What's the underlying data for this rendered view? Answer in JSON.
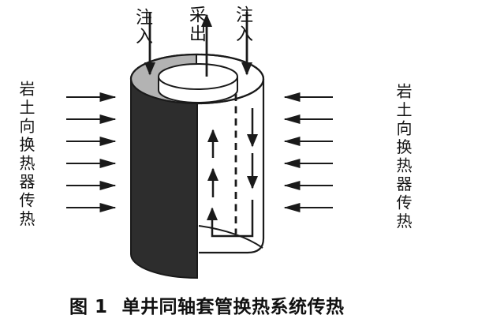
{
  "figure": {
    "top_labels": {
      "inject_left": "注入",
      "extract": "采出",
      "inject_right": "注入"
    },
    "side_labels": {
      "left": "岩土向换热器传热",
      "right": "岩土向换热器传热"
    },
    "caption": {
      "figure_number": "图 1",
      "title": "单井同轴套管换热系统传热"
    },
    "colors": {
      "line": "#1a1a1a",
      "cut_surface": "#2d2d2d",
      "annulus_top_shaded": "#b3b3b3",
      "background": "#ffffff"
    }
  }
}
